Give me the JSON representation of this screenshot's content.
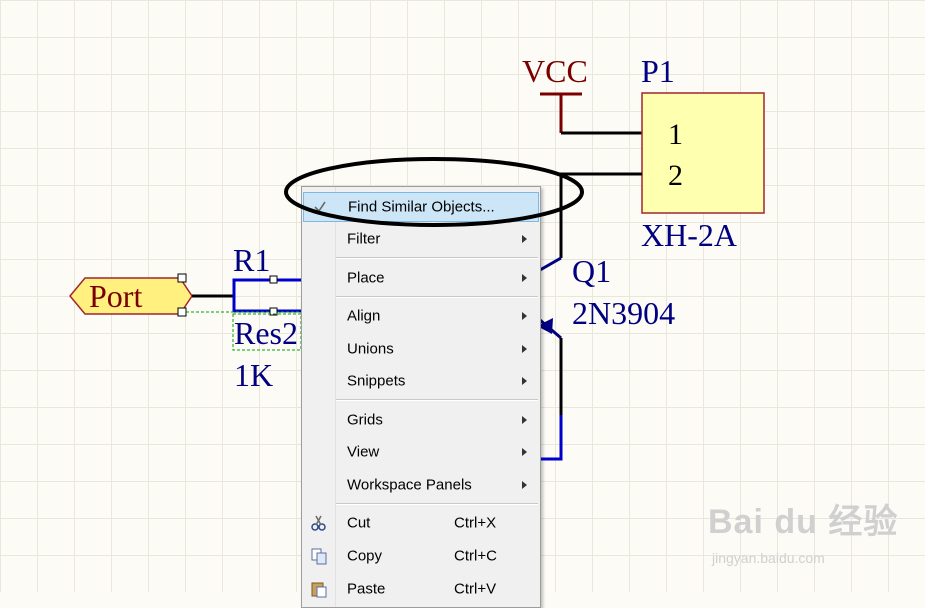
{
  "schematic": {
    "vcc_label": "VCC",
    "p1_designator": "P1",
    "p1_pin1": "1",
    "p1_pin2": "2",
    "p1_comment": "XH-2A",
    "q1_designator": "Q1",
    "q1_comment": "2N3904",
    "r1_designator": "R1",
    "r1_comment": "Res2",
    "r1_value": "1K",
    "port_label": "Port",
    "colors": {
      "wire": "#000000",
      "component_text": "#000080",
      "power_text": "#7a0000",
      "body_fill": "#ffffb0",
      "body_border": "#a0262e",
      "resistor": "#0000cc",
      "port_fill": "#fff080"
    }
  },
  "context_menu": {
    "items": [
      {
        "label": "Find Similar Objects...",
        "mnemonic_index": 0,
        "submenu": false,
        "highlighted": true
      },
      {
        "label": "Filter",
        "submenu": true
      },
      {
        "label": "Place",
        "submenu": true
      },
      {
        "label": "Align",
        "submenu": true
      },
      {
        "label": "Unions",
        "submenu": true
      },
      {
        "label": "Snippets",
        "submenu": true
      },
      {
        "label": "Grids",
        "submenu": true
      },
      {
        "label": "View",
        "submenu": true
      },
      {
        "label": "Workspace Panels",
        "submenu": true
      },
      {
        "label": "Cut",
        "shortcut": "Ctrl+X",
        "icon": "scissors-icon"
      },
      {
        "label": "Copy",
        "shortcut": "Ctrl+C",
        "icon": "copy-icon"
      },
      {
        "label": "Paste",
        "shortcut": "Ctrl+V",
        "icon": "paste-icon"
      }
    ]
  },
  "watermark": {
    "brand": "Bai du 经验",
    "url": "jingyan.baidu.com"
  }
}
